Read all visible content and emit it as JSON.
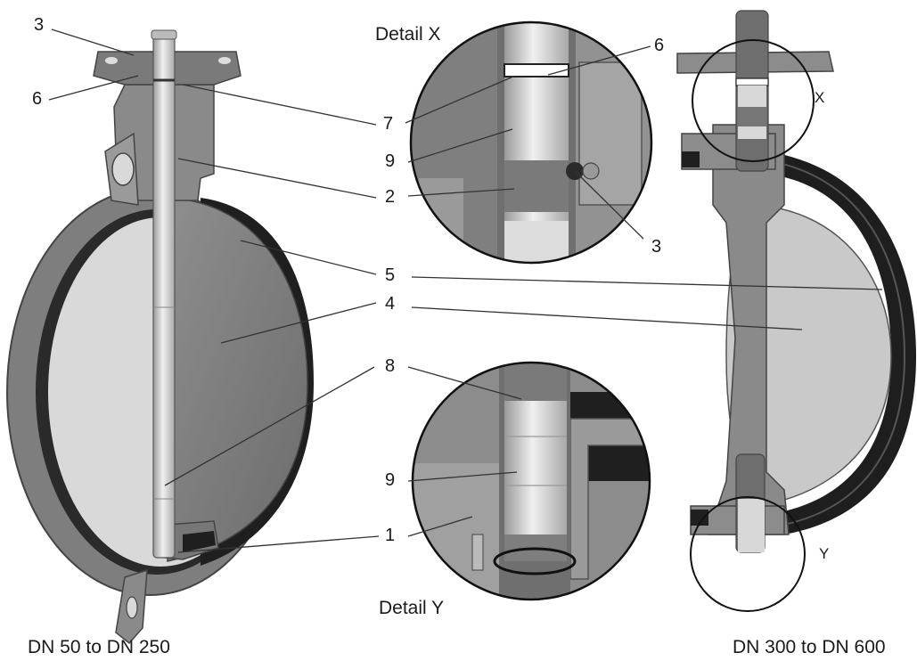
{
  "details": {
    "detail_x": "Detail X",
    "detail_y": "Detail Y",
    "view_x": "X",
    "view_y": "Y"
  },
  "captions": {
    "left": "DN 50 to DN 250",
    "right": "DN 300 to DN 600"
  },
  "callouts": {
    "n1": "1",
    "n2": "2",
    "n3": "3",
    "n4": "4",
    "n5": "5",
    "n6": "6",
    "n7": "7",
    "n8": "8",
    "n9": "9"
  },
  "colors": {
    "body": "#8a8a8a",
    "body_dark": "#5e5e5e",
    "shaft": "#d6d6d6",
    "seal": "#1e1e1e",
    "leader": "#333333"
  }
}
